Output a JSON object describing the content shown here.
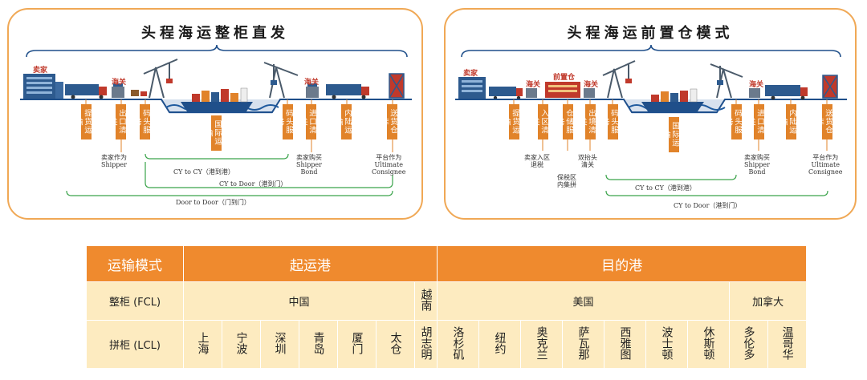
{
  "left_panel": {
    "title": "头程海运整柜直发",
    "seller_label": "卖家",
    "customs_label_1": "海关",
    "customs_label_2": "海关",
    "stages": [
      "提货运输",
      "出口清关",
      "码头服务",
      "国际运输",
      "码头服务",
      "进口清关",
      "内陆运输",
      "送货仓库"
    ],
    "notes": {
      "seller_role": [
        "卖家作为",
        "Shipper"
      ],
      "buyer_role": [
        "卖家购买",
        "Shipper",
        "Bond"
      ],
      "platform_role": [
        "平台作为",
        "Ultimate",
        "Consignee"
      ]
    },
    "spans": {
      "cy_cy": "CY to CY（港到港）",
      "cy_door": "CY to Door（港到门）",
      "door_door": "Door to Door（门到门）"
    }
  },
  "right_panel": {
    "title": "头程海运前置仓模式",
    "seller_label": "卖家",
    "warehouse_label": "前置仓",
    "customs_label_1": "海关",
    "customs_label_2": "海关",
    "customs_label_3": "海关",
    "stages": [
      "提货运输",
      "入区清关",
      "仓储服务",
      "出境清关",
      "码头服务",
      "国际运输",
      "码头服务",
      "进口清关",
      "内陆运输",
      "送货仓库"
    ],
    "notes": {
      "seller_entry": [
        "卖家入区",
        "退税"
      ],
      "bonded": [
        "保税区",
        "内集拼"
      ],
      "dual_head": [
        "双抬头",
        "清关"
      ],
      "buyer_role": [
        "卖家购买",
        "Shipper",
        "Bond"
      ],
      "platform_role": [
        "平台作为",
        "Ultimate",
        "Consignee"
      ]
    },
    "spans": {
      "cy_cy": "CY to CY（港到港）",
      "cy_door": "CY to Door（港到门）"
    }
  },
  "table": {
    "header": {
      "mode": "运输模式",
      "origin": "起运港",
      "destination": "目的港"
    },
    "mode_fcl": "整柜 (FCL)",
    "mode_lcl": "拼柜 (LCL)",
    "country_china": "中国",
    "country_vietnam": "越南",
    "country_usa": "美国",
    "country_canada": "加拿大",
    "ports": [
      "上海",
      "宁波",
      "深圳",
      "青岛",
      "厦门",
      "太仓",
      "胡志明",
      "洛杉矶",
      "纽约",
      "奥克兰",
      "萨瓦那",
      "西雅图",
      "波士顿",
      "休斯顿",
      "多伦多",
      "温哥华"
    ]
  },
  "colors": {
    "accent": "#ef8a2e",
    "panel_border": "#f0a855",
    "box": "#e1832a",
    "cell_bg": "#fdebc0",
    "sea": "#1f5a9e",
    "bracket": "#3aa34a"
  }
}
